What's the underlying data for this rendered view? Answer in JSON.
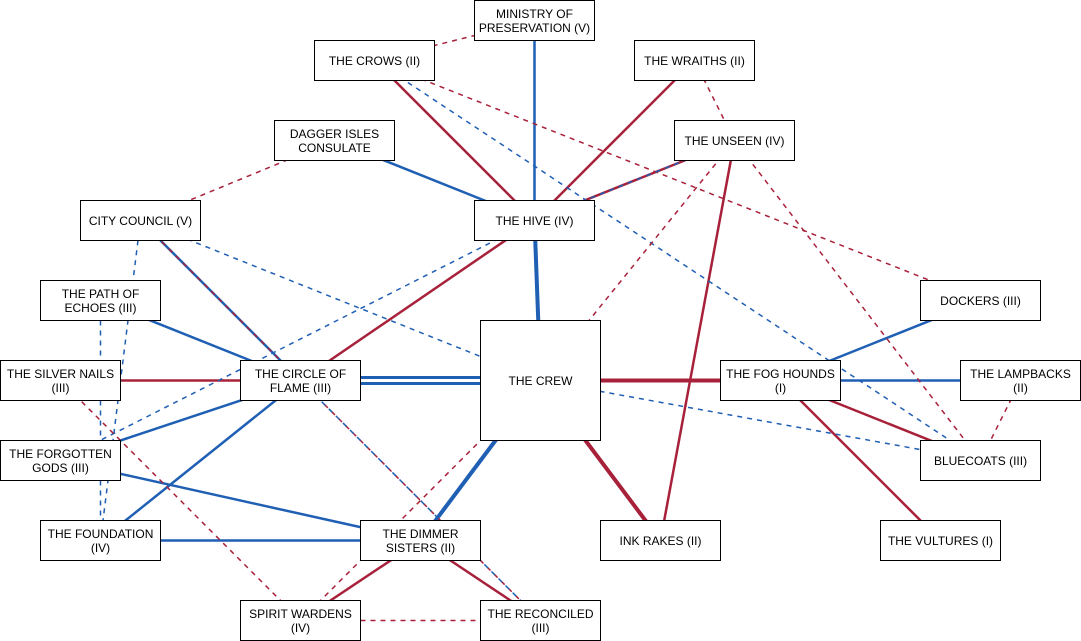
{
  "colors": {
    "ally": "#1f5fb4",
    "enemy": "#a8213a"
  },
  "nodes": {
    "ministry": "MINISTRY OF\nPRESERVATION (V)",
    "crows": "THE CROWS (II)",
    "wraiths": "THE WRAITHS (II)",
    "dagger": "DAGGER ISLES\nCONSULATE",
    "unseen": "THE UNSEEN (IV)",
    "council": "CITY COUNCIL (V)",
    "hive": "THE HIVE (IV)",
    "echoes": "THE PATH OF\nECHOES (III)",
    "dockers": "DOCKERS (III)",
    "nails": "THE SILVER NAILS\n(III)",
    "flame": "THE CIRCLE OF\nFLAME (III)",
    "crew": "THE CREW",
    "hounds": "THE FOG HOUNDS\n(I)",
    "lampbacks": "THE LAMPBACKS (II)",
    "gods": "THE FORGOTTEN\nGODS (III)",
    "bluecoats": "BLUECOATS (III)",
    "foundation": "THE FOUNDATION\n(IV)",
    "dimmer": "THE DIMMER\nSISTERS (II)",
    "inkrakes": "INK RAKES (II)",
    "vultures": "THE VULTURES (I)",
    "wardens": "SPIRIT WARDENS\n(IV)",
    "reconciled": "THE RECONCILED\n(III)"
  },
  "edges": [
    {
      "from": "crew",
      "to": "hive",
      "kind": "ally",
      "weight": "strong"
    },
    {
      "from": "crew",
      "to": "flame",
      "kind": "ally",
      "weight": "double"
    },
    {
      "from": "crew",
      "to": "hounds",
      "kind": "enemy",
      "weight": "strong"
    },
    {
      "from": "crew",
      "to": "dimmer",
      "kind": "ally",
      "weight": "strong"
    },
    {
      "from": "crew",
      "to": "inkrakes",
      "kind": "enemy",
      "weight": "strong"
    },
    {
      "from": "hive",
      "to": "ministry",
      "kind": "ally",
      "weight": "solid"
    },
    {
      "from": "hive",
      "to": "crows",
      "kind": "enemy",
      "weight": "solid"
    },
    {
      "from": "hive",
      "to": "dagger",
      "kind": "ally",
      "weight": "solid"
    },
    {
      "from": "hive",
      "to": "wraiths",
      "kind": "enemy",
      "weight": "solid"
    },
    {
      "from": "hive",
      "to": "unseen",
      "kind": "enemy",
      "weight": "solid"
    },
    {
      "from": "hive",
      "to": "flame",
      "kind": "enemy",
      "weight": "solid"
    },
    {
      "from": "flame",
      "to": "council",
      "kind": "ally",
      "weight": "solid"
    },
    {
      "from": "flame",
      "to": "echoes",
      "kind": "ally",
      "weight": "solid"
    },
    {
      "from": "flame",
      "to": "nails",
      "kind": "enemy",
      "weight": "solid"
    },
    {
      "from": "flame",
      "to": "gods",
      "kind": "ally",
      "weight": "solid"
    },
    {
      "from": "flame",
      "to": "foundation",
      "kind": "ally",
      "weight": "solid"
    },
    {
      "from": "gods",
      "to": "dimmer",
      "kind": "ally",
      "weight": "solid"
    },
    {
      "from": "foundation",
      "to": "dimmer",
      "kind": "ally",
      "weight": "solid"
    },
    {
      "from": "dimmer",
      "to": "wardens",
      "kind": "enemy",
      "weight": "solid"
    },
    {
      "from": "dimmer",
      "to": "reconciled",
      "kind": "enemy",
      "weight": "solid"
    },
    {
      "from": "hounds",
      "to": "dockers",
      "kind": "ally",
      "weight": "solid"
    },
    {
      "from": "hounds",
      "to": "lampbacks",
      "kind": "ally",
      "weight": "solid"
    },
    {
      "from": "hounds",
      "to": "bluecoats",
      "kind": "enemy",
      "weight": "solid"
    },
    {
      "from": "hounds",
      "to": "vultures",
      "kind": "enemy",
      "weight": "solid"
    },
    {
      "from": "inkrakes",
      "to": "unseen",
      "kind": "enemy",
      "weight": "solid"
    },
    {
      "from": "ministry",
      "to": "crows",
      "kind": "enemy",
      "weight": "dashed"
    },
    {
      "from": "dagger",
      "to": "council",
      "kind": "enemy",
      "weight": "dashed"
    },
    {
      "from": "crows",
      "to": "dockers",
      "kind": "enemy",
      "weight": "dashed"
    },
    {
      "from": "crows",
      "to": "bluecoats",
      "kind": "ally",
      "weight": "dashed"
    },
    {
      "from": "wraiths",
      "to": "unseen",
      "kind": "enemy",
      "weight": "dashed"
    },
    {
      "from": "unseen",
      "to": "bluecoats",
      "kind": "enemy",
      "weight": "dashed"
    },
    {
      "from": "unseen",
      "to": "hive",
      "kind": "ally",
      "weight": "dashed"
    },
    {
      "from": "unseen",
      "to": "crew",
      "kind": "enemy",
      "weight": "dashed"
    },
    {
      "from": "council",
      "to": "crew",
      "kind": "ally",
      "weight": "dashed"
    },
    {
      "from": "council",
      "to": "foundation",
      "kind": "ally",
      "weight": "dashed"
    },
    {
      "from": "council",
      "to": "reconciled",
      "kind": "enemy",
      "weight": "dashed"
    },
    {
      "from": "echoes",
      "to": "foundation",
      "kind": "ally",
      "weight": "dashed"
    },
    {
      "from": "hive",
      "to": "gods",
      "kind": "ally",
      "weight": "dashed"
    },
    {
      "from": "nails",
      "to": "wardens",
      "kind": "enemy",
      "weight": "dashed"
    },
    {
      "from": "flame",
      "to": "reconciled",
      "kind": "ally",
      "weight": "dashed"
    },
    {
      "from": "crew",
      "to": "bluecoats",
      "kind": "ally",
      "weight": "dashed"
    },
    {
      "from": "crew",
      "to": "wardens",
      "kind": "enemy",
      "weight": "dashed"
    },
    {
      "from": "wardens",
      "to": "reconciled",
      "kind": "enemy",
      "weight": "dashed"
    },
    {
      "from": "lampbacks",
      "to": "bluecoats",
      "kind": "enemy",
      "weight": "dashed"
    }
  ]
}
